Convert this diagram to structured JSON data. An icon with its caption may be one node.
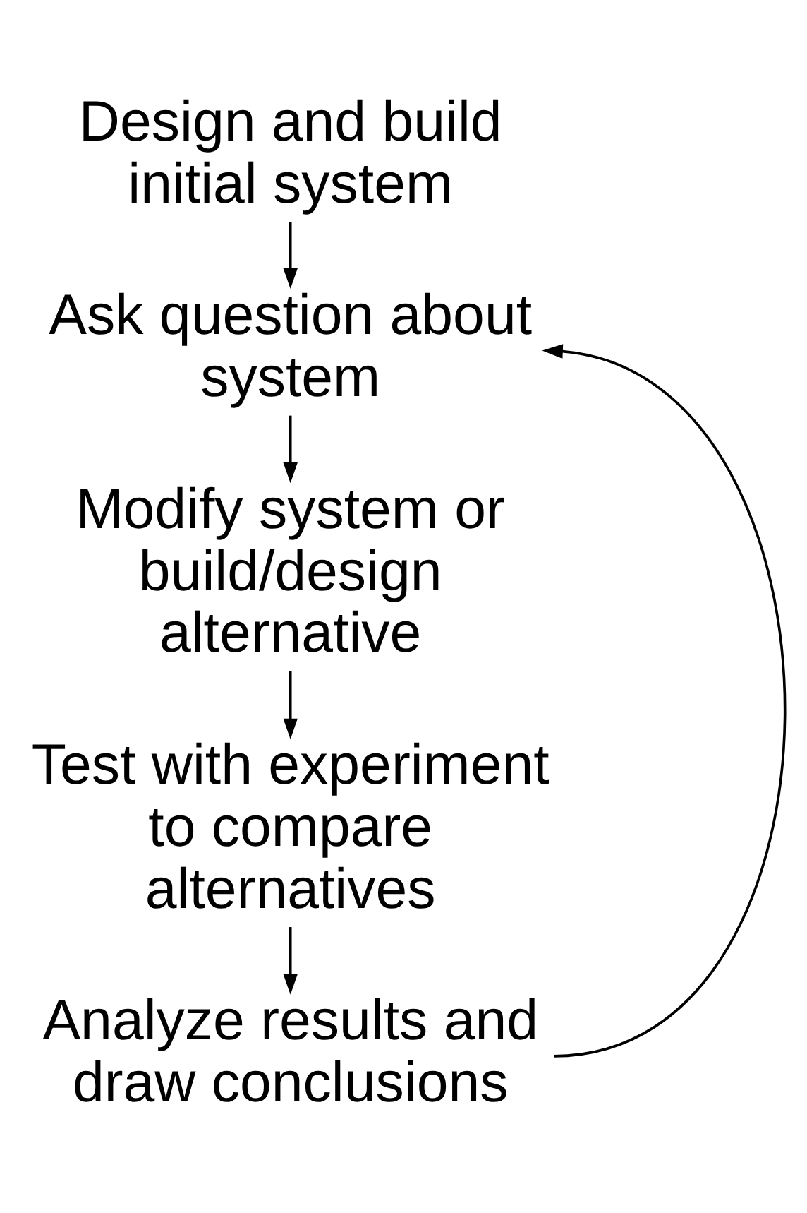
{
  "diagram": {
    "nodes": [
      {
        "text": [
          "Design and build initial system"
        ]
      },
      {
        "text": [
          "Ask question about system"
        ]
      },
      {
        "text": [
          "Modify system or build/design alternative"
        ]
      },
      {
        "text": [
          "Test with experiment to compare alternatives"
        ]
      },
      {
        "text": [
          "Analyze results and draw conclusions"
        ]
      }
    ],
    "edges": [
      {
        "from": 0,
        "to": 1,
        "arrow": "to"
      },
      {
        "from": 1,
        "to": 2,
        "arrow": "to"
      },
      {
        "from": 2,
        "to": 3,
        "arrow": "to"
      },
      {
        "from": 3,
        "to": 4,
        "arrow": "to"
      },
      {
        "from": 4,
        "to": 1,
        "arrow": "to"
      }
    ]
  }
}
